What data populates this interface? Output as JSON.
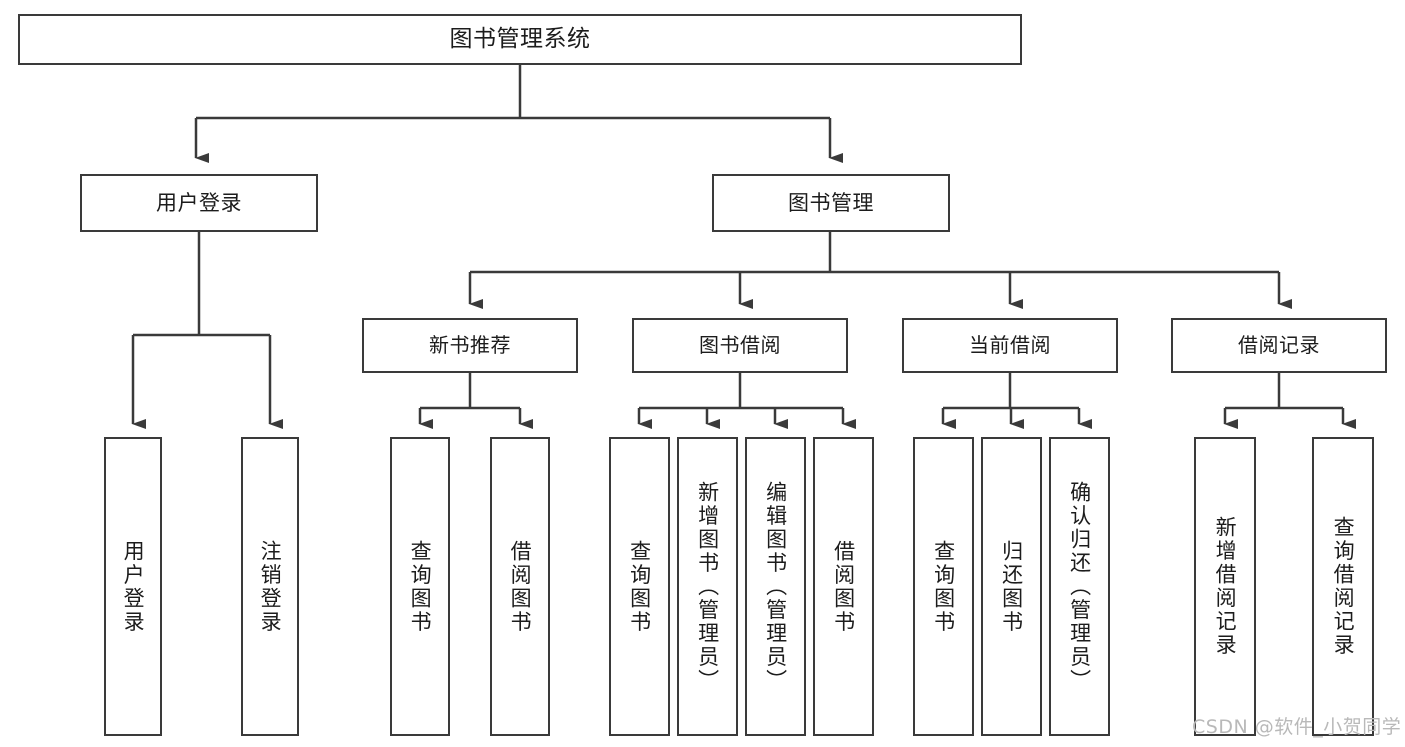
{
  "diagram": {
    "title": "图书管理系统",
    "root": {
      "id": "root",
      "label": "图书管理系统"
    },
    "level1": [
      {
        "id": "user_login",
        "label": "用户登录"
      },
      {
        "id": "book_manage",
        "label": "图书管理"
      }
    ],
    "level2": [
      {
        "id": "new_book_rec",
        "label": "新书推荐"
      },
      {
        "id": "book_borrow",
        "label": "图书借阅"
      },
      {
        "id": "current_borrow",
        "label": "当前借阅"
      },
      {
        "id": "borrow_record",
        "label": "借阅记录"
      }
    ],
    "leaves": [
      {
        "id": "leaf_user_login",
        "label": "用户登录",
        "parent": "user_login"
      },
      {
        "id": "leaf_user_logout",
        "label": "注销登录",
        "parent": "user_login"
      },
      {
        "id": "leaf_query_book_1",
        "label": "查询图书",
        "parent": "new_book_rec"
      },
      {
        "id": "leaf_borrow_book_1",
        "label": "借阅图书",
        "parent": "new_book_rec"
      },
      {
        "id": "leaf_query_book_2",
        "label": "查询图书",
        "parent": "book_borrow"
      },
      {
        "id": "leaf_add_book",
        "label": "新增图书（管理员）",
        "parent": "book_borrow"
      },
      {
        "id": "leaf_edit_book",
        "label": "编辑图书（管理员）",
        "parent": "book_borrow"
      },
      {
        "id": "leaf_borrow_book_2",
        "label": "借阅图书",
        "parent": "book_borrow"
      },
      {
        "id": "leaf_query_book_3",
        "label": "查询图书",
        "parent": "current_borrow"
      },
      {
        "id": "leaf_return_book",
        "label": "归还图书",
        "parent": "current_borrow"
      },
      {
        "id": "leaf_confirm_return",
        "label": "确认归还（管理员）",
        "parent": "current_borrow"
      },
      {
        "id": "leaf_add_record",
        "label": "新增借阅记录",
        "parent": "borrow_record"
      },
      {
        "id": "leaf_query_record",
        "label": "查询借阅记录",
        "parent": "borrow_record"
      }
    ],
    "colors": {
      "stroke": "#3a3a3a",
      "fill": "#ffffff",
      "text": "#1c1c1c",
      "watermark": "#b9b9b9",
      "background": "#ffffff"
    }
  },
  "watermark": {
    "text": "CSDN @软件_小贺同学"
  }
}
